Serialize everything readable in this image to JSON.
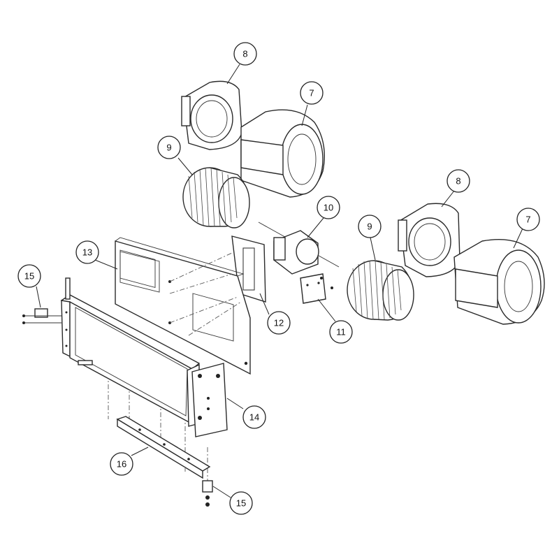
{
  "callouts": {
    "c8_top": "8",
    "c7_top": "7",
    "c9_top": "9",
    "c10": "10",
    "c8_right": "8",
    "c7_right": "7",
    "c9_right": "9",
    "c13": "13",
    "c15_left": "15",
    "c12": "12",
    "c11": "11",
    "c14": "14",
    "c16": "16",
    "c15_bottom": "15"
  },
  "colors": {
    "line": "#2a2a2a",
    "background": "#ffffff"
  }
}
